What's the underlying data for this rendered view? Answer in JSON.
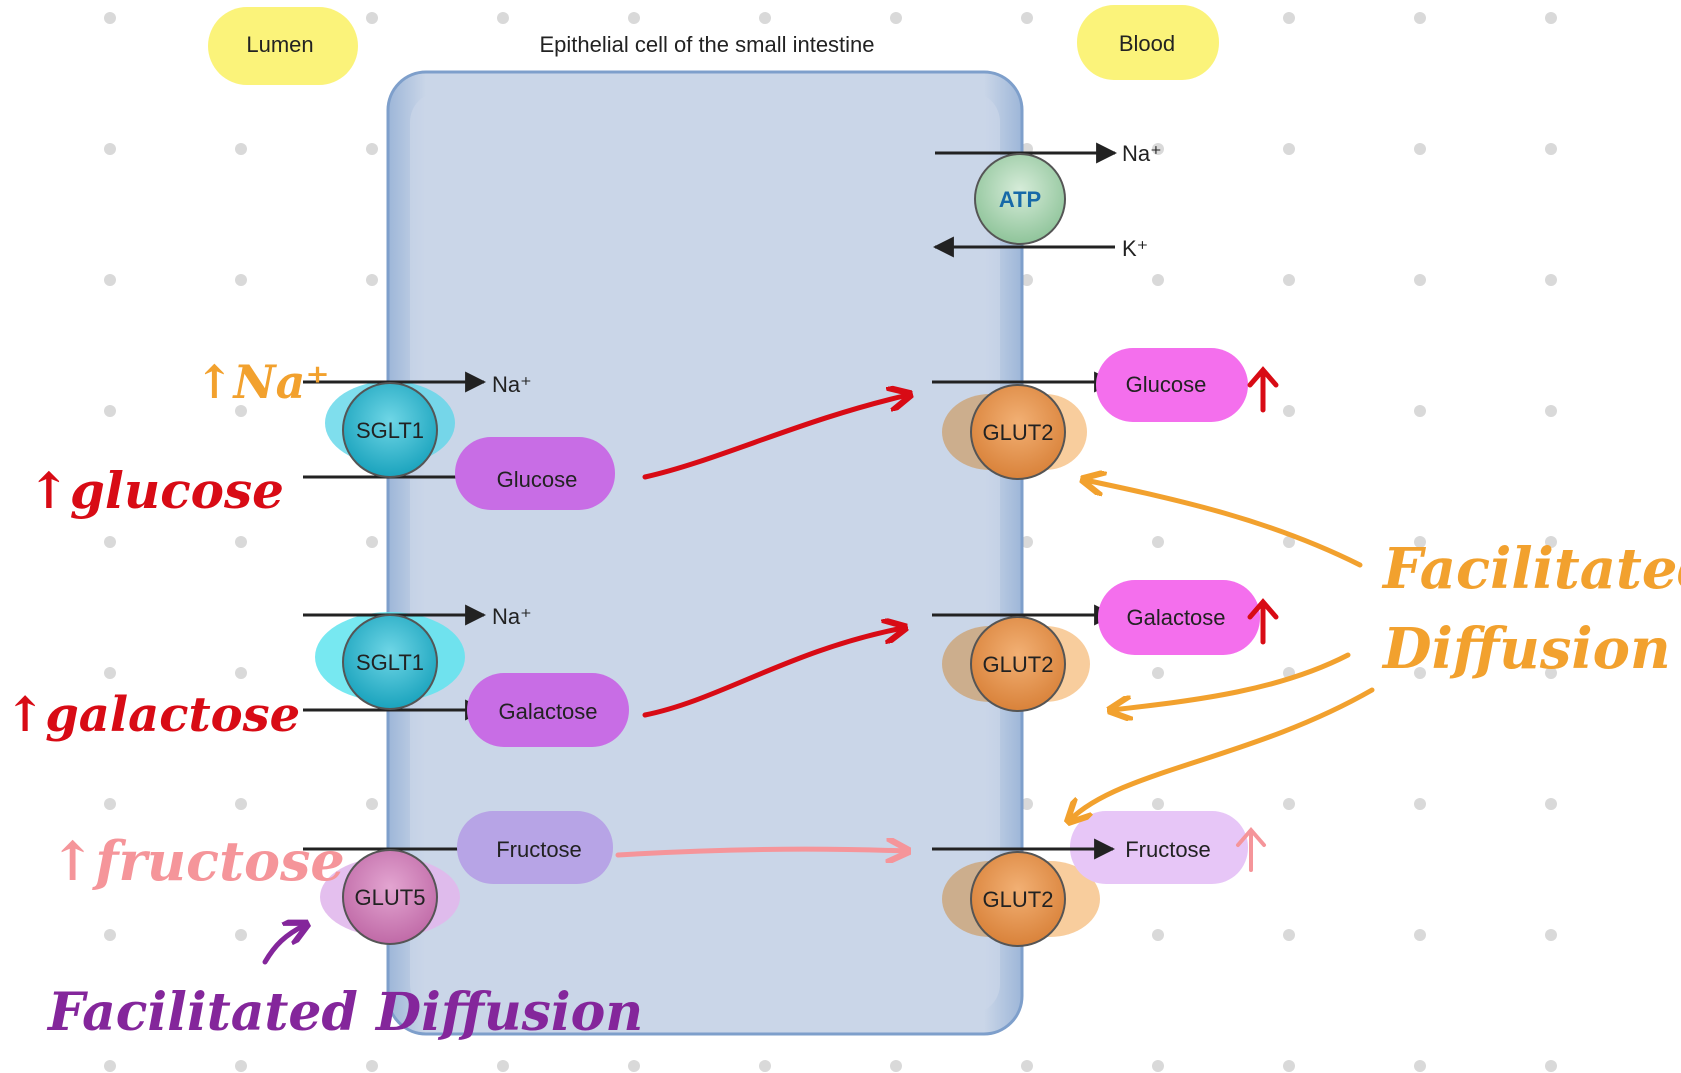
{
  "title": "Epithelial cell of the small intestine",
  "regions": {
    "left": "Lumen",
    "right": "Blood"
  },
  "pump": {
    "label": "ATP",
    "out_ion": "Na⁺",
    "in_ion": "K⁺"
  },
  "transporters": {
    "sglt1_top": "SGLT1",
    "sglt1_mid": "SGLT1",
    "glut5": "GLUT5",
    "glut2_top": "GLUT2",
    "glut2_mid": "GLUT2",
    "glut2_bot": "GLUT2"
  },
  "ions": {
    "na_top": "Na⁺",
    "na_mid": "Na⁺"
  },
  "sugars": {
    "glucose_in": "Glucose",
    "galactose_in": "Galactose",
    "fructose_in": "Fructose",
    "glucose_out": "Glucose",
    "galactose_out": "Galactose",
    "fructose_out": "Fructose"
  },
  "annotations": {
    "na_up": "↑Na⁺",
    "glucose_up": "↑glucose",
    "galactose_up": "↑galactose",
    "fructose_up": "↑fructose",
    "facilitated_left": "Facilitated Diffusion",
    "facilitated_right_1": "Facilitated",
    "facilitated_right_2": "Diffusion"
  },
  "colors": {
    "cell_fill": "#cad6e8",
    "cell_stroke": "#7e9fcb",
    "label_yellow": "#fbf37a",
    "sglt_teal": "#2fb6cd",
    "glut_orange": "#e89550",
    "glut5_pink": "#cc7cb4",
    "atp_green": "#a8d3b0",
    "sugar_purple": "#c86de5",
    "sugar_magenta": "#f46fed",
    "fructose_lavender": "#b7a4e6",
    "fructose_light": "#e7c6f7",
    "annot_red": "#d80b15",
    "annot_orange": "#f2a12e",
    "annot_pink": "#f5959a",
    "annot_purple": "#84269b"
  }
}
